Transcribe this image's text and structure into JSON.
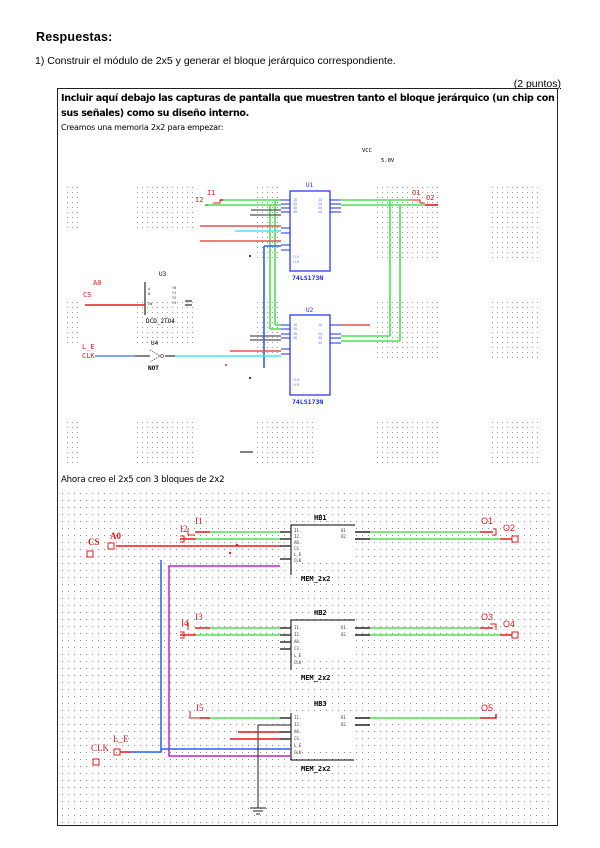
{
  "document": {
    "heading": "Respuestas:",
    "question": "1) Construir el módulo de 2x5 y generar el bloque jerárquico correspondiente.",
    "points": "(2 puntos)",
    "instructions": "Incluir aquí debajo las capturas de pantalla que muestren tanto el bloque jerárquico (un chip con sus señales) como su diseño interno.",
    "note_first": "Creamos una memoria 2x2 para empezar:",
    "note_second": "Ahora creo el 2x5 con 3 bloques de 2x2"
  },
  "schematic_2x2": {
    "vcc_label": "VCC",
    "vcc_value": "5.0V",
    "chip_u1": {
      "ref": "U1",
      "part": "74LS173N"
    },
    "chip_u2": {
      "ref": "U2",
      "part": "74LS173N"
    },
    "decoder": {
      "ref": "U3",
      "part": "DCD_2TO4"
    },
    "inverter": {
      "ref": "U4",
      "part": "NOT"
    },
    "inputs": [
      "I1",
      "I2",
      "A0",
      "CS",
      "L_E",
      "CLK"
    ],
    "outputs": [
      "O1",
      "O2"
    ]
  },
  "schematic_2x5": {
    "blocks": [
      {
        "ref": "HB1",
        "part": "MEM_2x2",
        "pins_left": [
          "I1",
          "I2",
          "A0",
          "CS",
          "L_E",
          "CLK"
        ],
        "pins_right": [
          "O1",
          "O2"
        ]
      },
      {
        "ref": "HB2",
        "part": "MEM_2x2",
        "pins_left": [
          "I1",
          "I2",
          "A0",
          "CS",
          "L_E",
          "CLK"
        ],
        "pins_right": [
          "O1",
          "O2"
        ]
      },
      {
        "ref": "HB3",
        "part": "MEM_2x2",
        "pins_left": [
          "I1",
          "I2",
          "A0",
          "CS",
          "L_E",
          "CLK"
        ],
        "pins_right": [
          "O1",
          "O2"
        ]
      }
    ],
    "inputs": [
      "I1",
      "I2",
      "I3",
      "I4",
      "I5",
      "A0",
      "CS",
      "CLK",
      "L_E"
    ],
    "outputs": [
      "O1",
      "O2",
      "O3",
      "O4",
      "O5"
    ]
  },
  "colors": {
    "wire_green": "#4fe04f",
    "wire_red": "#e82020",
    "wire_blue": "#2a5ff0",
    "wire_cyan": "#40e8f0",
    "wire_magenta": "#c020d0",
    "chip_blue": "#1a2cf0",
    "label_red": "#e81818"
  }
}
